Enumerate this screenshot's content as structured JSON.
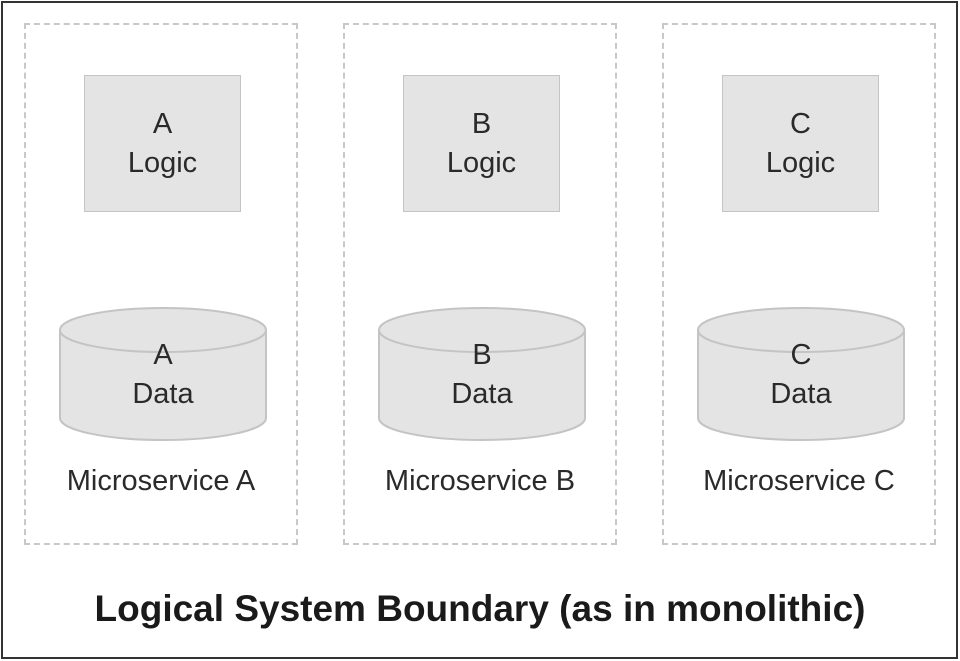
{
  "boundary": {
    "label": "Logical System Boundary (as in monolithic)"
  },
  "services": [
    {
      "name": "Microservice A",
      "logic_letter": "A",
      "logic_word": "Logic",
      "data_letter": "A",
      "data_word": "Data"
    },
    {
      "name": "Microservice B",
      "logic_letter": "B",
      "logic_word": "Logic",
      "data_letter": "B",
      "data_word": "Data"
    },
    {
      "name": "Microservice C",
      "logic_letter": "C",
      "logic_word": "Logic",
      "data_letter": "C",
      "data_word": "Data"
    }
  ],
  "colors": {
    "box_fill": "#e4e4e4",
    "box_stroke": "#c4c4c4",
    "dashed_border": "#c8c8c8",
    "outer_border": "#333333"
  }
}
